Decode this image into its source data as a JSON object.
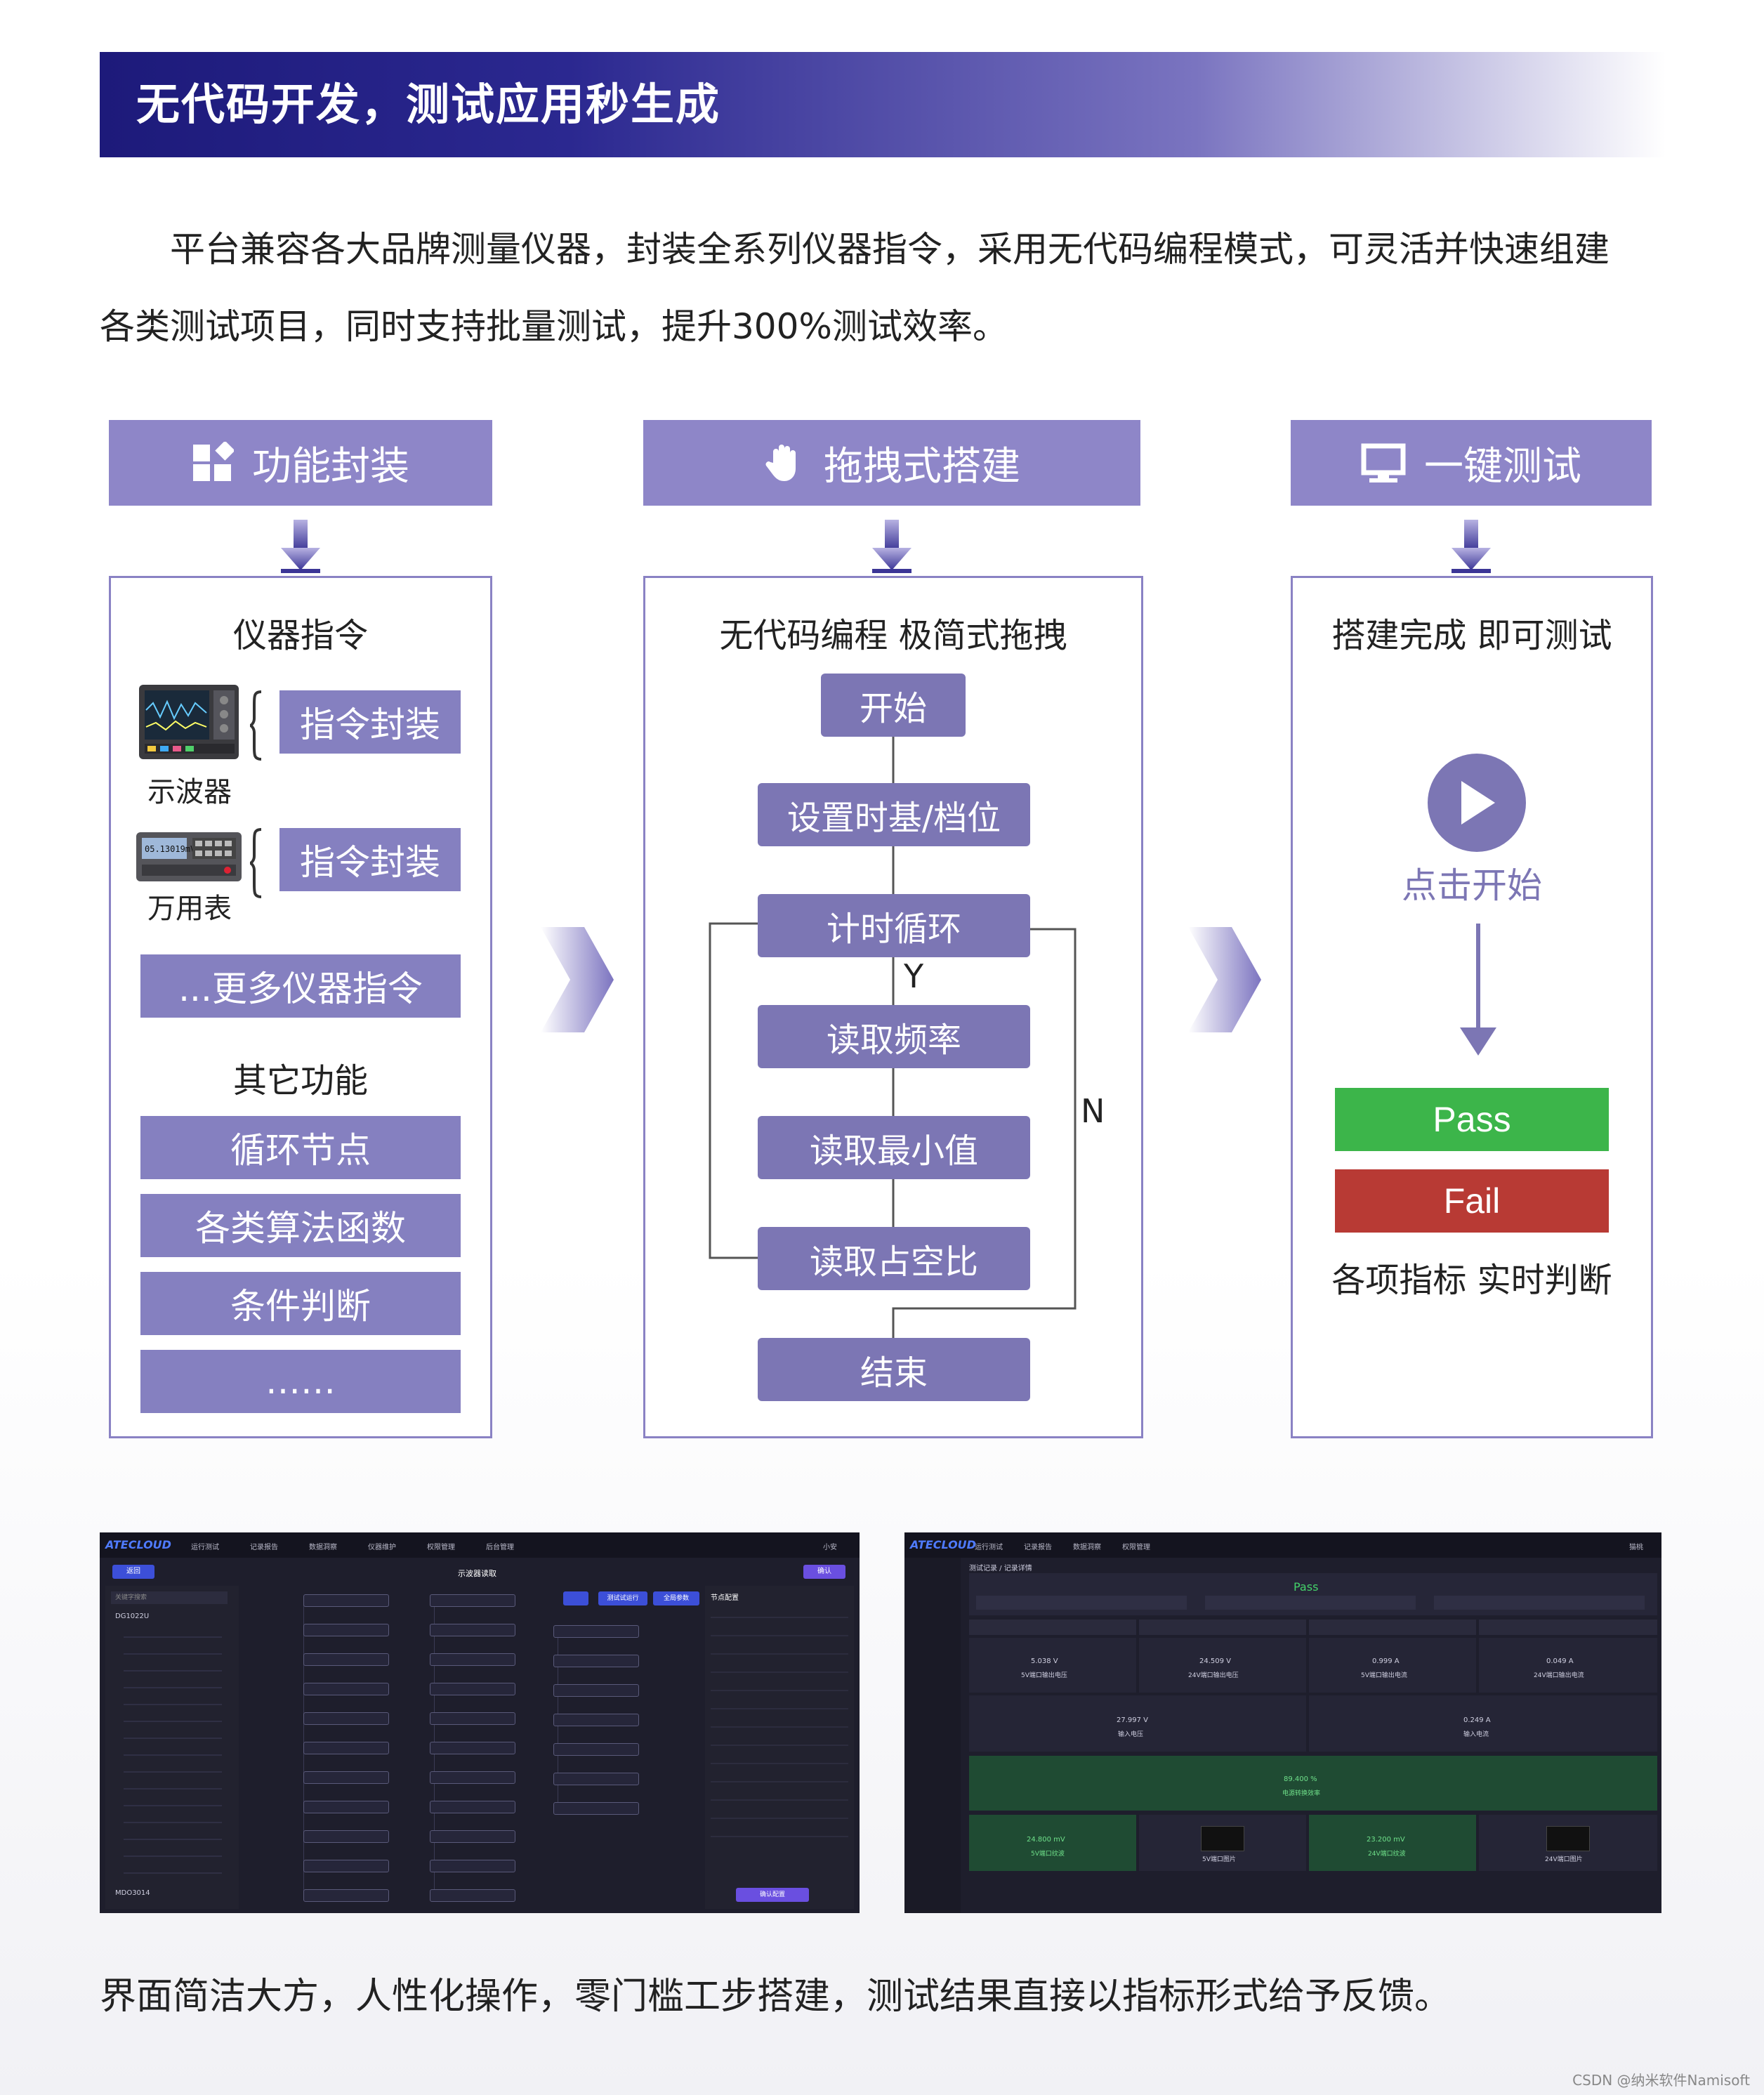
{
  "header": {
    "title": "无代码开发，测试应用秒生成"
  },
  "intro": {
    "line1": "平台兼容各大品牌测量仪器，封装全系列仪器指令，采用无代码编程模式，可灵活并快速组建",
    "line2": "各类测试项目，同时支持批量测试，提升300%测试效率。"
  },
  "columns": {
    "col1": {
      "label": "功能封装",
      "icon": "grid-puzzle-icon"
    },
    "col2": {
      "label": "拖拽式搭建",
      "icon": "hand-icon"
    },
    "col3": {
      "label": "一键测试",
      "icon": "monitor-icon"
    }
  },
  "panel1": {
    "title": "仪器指令",
    "oscilloscope_label": "示波器",
    "multimeter_label": "万用表",
    "multimeter_reading": "05.13019mV",
    "wrap_label_1": "指令封装",
    "wrap_label_2": "指令封装",
    "more": "...更多仪器指令",
    "other_title": "其它功能",
    "items": [
      "循环节点",
      "各类算法函数",
      "条件判断",
      "……"
    ]
  },
  "panel2": {
    "title": "无代码编程 极简式拖拽",
    "steps": [
      "开始",
      "设置时基/档位",
      "计时循环",
      "读取频率",
      "读取最小值",
      "读取占空比",
      "结束"
    ],
    "yes_label": "Y",
    "no_label": "N"
  },
  "panel3": {
    "title": "搭建完成 即可测试",
    "start_label": "点击开始",
    "pass_label": "Pass",
    "fail_label": "Fail",
    "bottom": "各项指标 实时判断"
  },
  "shot1": {
    "logo": "ATECLOUD",
    "nav": [
      "运行测试",
      "记录报告",
      "数据洞察",
      "仪器维护",
      "权限管理",
      "后台管理"
    ],
    "user": "小安",
    "back_button": "返回",
    "title": "示波器读取",
    "confirm": "确认",
    "search_placeholder": "关键字搜索",
    "group1": "DG1022U",
    "group2": "MDO3014",
    "panel_title": "节点配置",
    "confirm_config": "确认配置",
    "buttons": [
      "测试试运行",
      "全局参数"
    ]
  },
  "shot2": {
    "logo": "ATECLOUD",
    "nav": [
      "运行测试",
      "记录报告",
      "数据洞察",
      "权限管理"
    ],
    "user": "猫桃",
    "breadcrumb": "测试记录 / 记录详情",
    "pass": "Pass",
    "values_row1": [
      "5.038 V",
      "24.509 V",
      "0.999 A",
      "0.049 A"
    ],
    "labels_row1": [
      "5V端口输出电压",
      "24V端口输出电压",
      "5V端口输出电流",
      "24V端口输出电流"
    ],
    "values_row2": [
      "27.997 V",
      "0.249 A"
    ],
    "labels_row2": [
      "输入电压",
      "输入电流"
    ],
    "efficiency": "89.400 %",
    "efficiency_label": "电源转换效率",
    "values_row4": [
      "24.800 mV",
      "23.200 mV"
    ],
    "labels_row4": [
      "5V端口纹波",
      "5V端口图片",
      "24V端口纹波",
      "24V端口图片"
    ]
  },
  "footer": {
    "text": "界面简洁大方，人性化操作，零门槛工步搭建，测试结果直接以指标形式给予反馈。"
  },
  "watermark": "CSDN @纳米软件Namisoft",
  "colors": {
    "lavender": "#8e86c8",
    "box": "#8580c0",
    "flow": "#7c76b4",
    "pass": "#3cb54a",
    "fail": "#b83a34",
    "header_dark": "#1d1a7a"
  }
}
